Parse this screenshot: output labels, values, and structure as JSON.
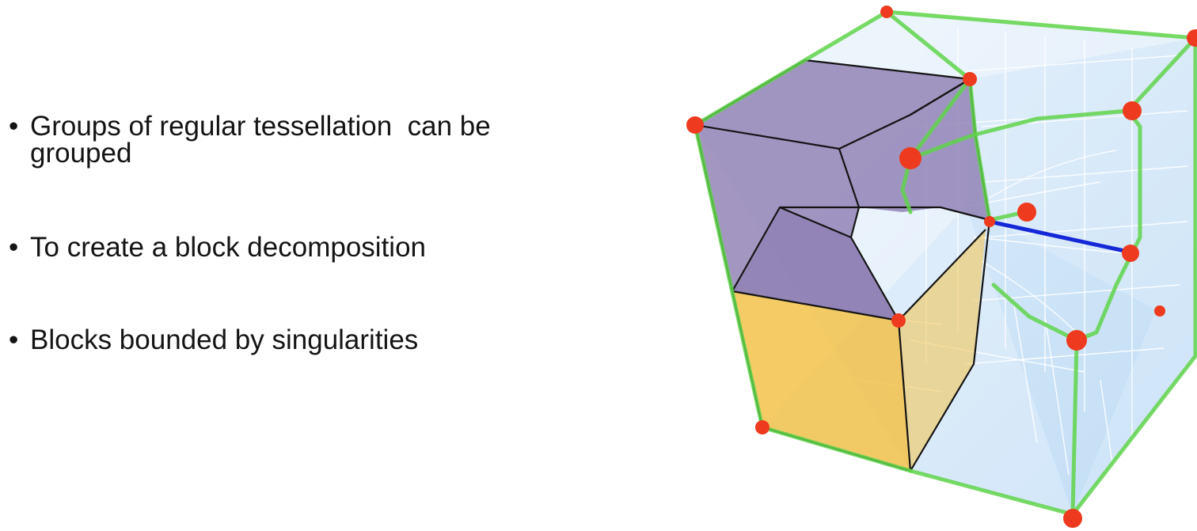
{
  "slide": {
    "bullets": [
      {
        "marker": "•",
        "text": "Groups of regular tessellation  can be grouped"
      },
      {
        "marker": "•",
        "text": "To create a block decomposition"
      },
      {
        "marker": "•",
        "text": "Blocks bounded by singularities"
      }
    ]
  },
  "figure": {
    "subject": "hex mesh block decomposition cube",
    "colors": {
      "mesh_fill": "#9cc8f0",
      "mesh_lines": "#ffffff",
      "singularity_lines": "#5fd44a",
      "singular_edge": "#1428d8",
      "singular_nodes": "#ee3a1e",
      "purple_block": "#8f7fb3",
      "yellow_block": "#f2c24a",
      "block_edges": "#141414"
    }
  }
}
